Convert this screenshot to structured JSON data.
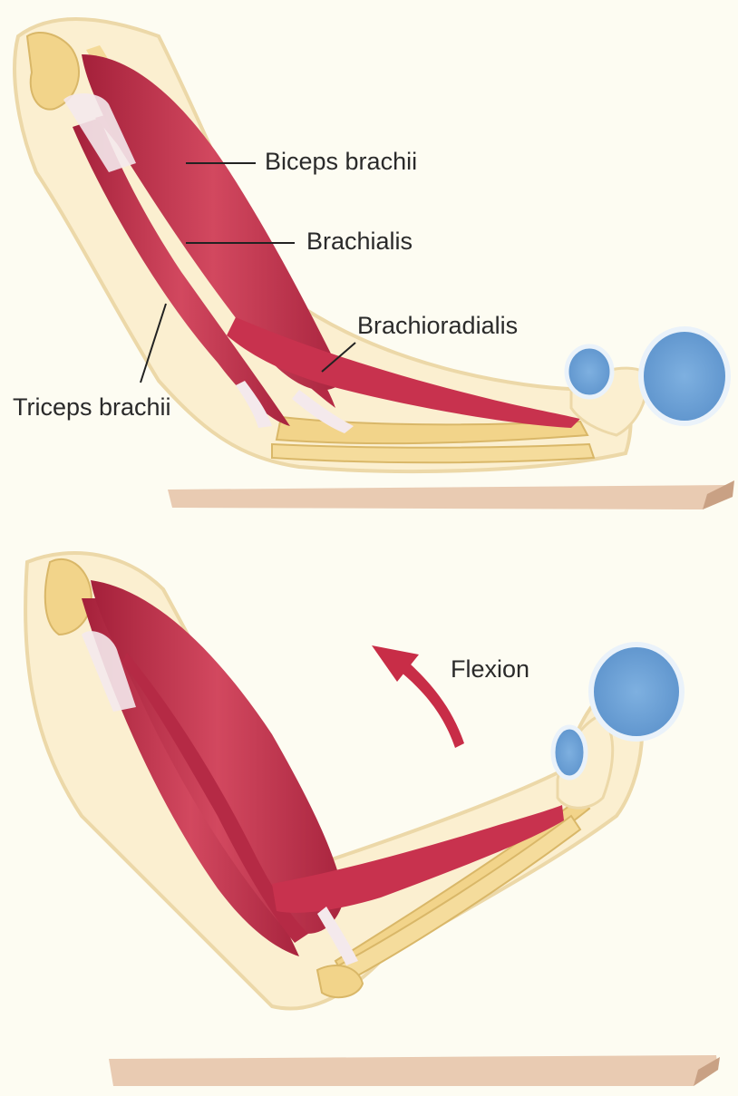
{
  "labels": {
    "biceps": "Biceps brachii",
    "brachialis": "Brachialis",
    "brachioradialis": "Brachioradialis",
    "triceps": "Triceps brachii",
    "flexion": "Flexion"
  },
  "colors": {
    "background": "#fdfcf2",
    "skin": "#fbefd0",
    "skin_outline": "#ecd8a8",
    "muscle": "#c8324e",
    "muscle_dark": "#a4203a",
    "tendon": "#f4e9ec",
    "bone": "#f2d48a",
    "weight": "#6ea3d8",
    "arrow": "#c82d47",
    "table": "#d9b295",
    "leader": "#222222"
  }
}
